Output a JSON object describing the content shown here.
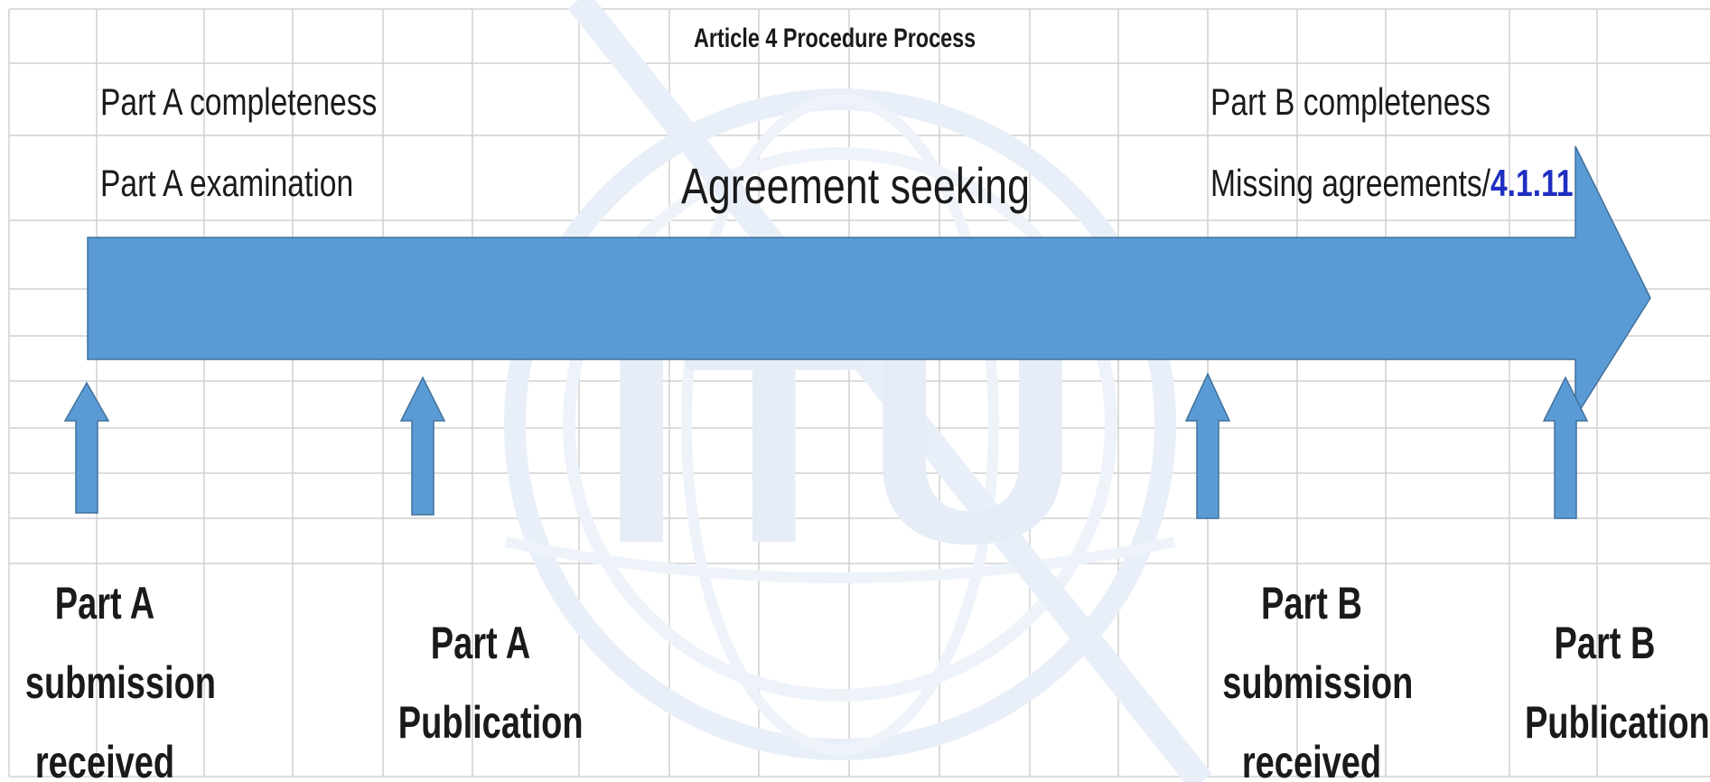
{
  "diagram": {
    "title": "Article 4 Procedure Process",
    "phase_labels": {
      "part_a_completeness": "Part A completeness",
      "part_a_examination": "Part A examination",
      "agreement_seeking": "Agreement seeking",
      "part_b_completeness": "Part B completeness",
      "missing_agreements": "Missing agreements/",
      "missing_agreements_ref": "4.1.11"
    },
    "milestones": [
      {
        "lines": [
          "Part A",
          "submission",
          "received"
        ]
      },
      {
        "lines": [
          "Part A",
          "Publication"
        ]
      },
      {
        "lines": [
          "Part B",
          "submission",
          "received"
        ]
      },
      {
        "lines": [
          "Part B",
          "Publication"
        ]
      }
    ],
    "watermark": "ITU",
    "colors": {
      "arrow_fill": "#5b9bd5",
      "arrow_stroke": "#41719c",
      "grid_line": "#d0d0d0",
      "reference_text": "#1f2fc2",
      "watermark": "#e6edf7"
    }
  }
}
